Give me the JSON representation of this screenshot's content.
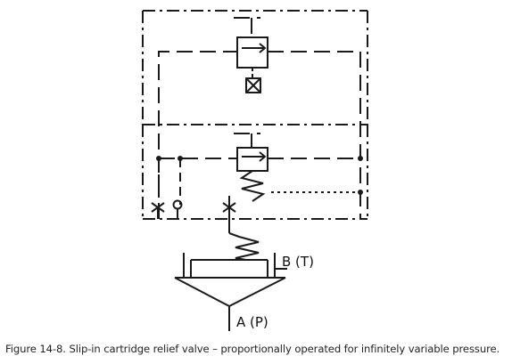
{
  "diagram": {
    "port_b_label": "B (T)",
    "port_a_label": "A (P)"
  },
  "caption": "Figure 14-8. Slip-in cartridge relief valve – proportionally operated for infinitely variable pressure.",
  "colors": {
    "line": "#1a1a1a",
    "background": "#ffffff",
    "caption": "#222222"
  }
}
